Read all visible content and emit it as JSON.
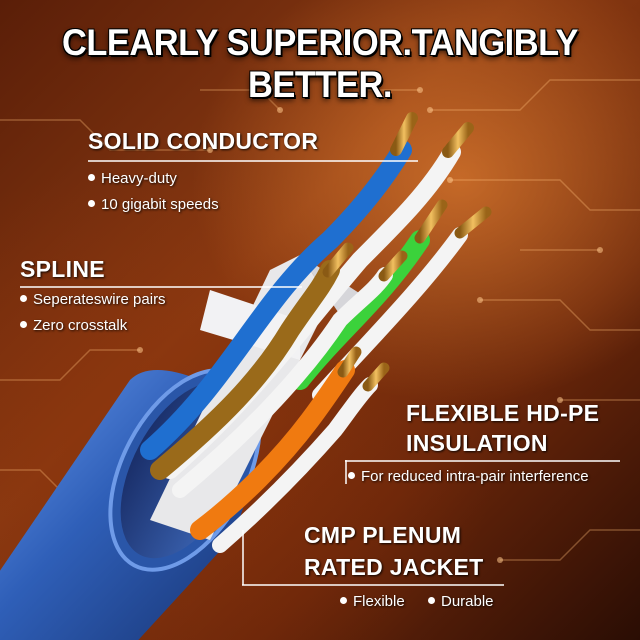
{
  "headline": "CLEARLY SUPERIOR.TANGIBLY BETTER.",
  "callouts": {
    "solid_conductor": {
      "title": "SOLID CONDUCTOR",
      "bullets": [
        "Heavy-duty",
        "10 gigabit speeds"
      ]
    },
    "spline": {
      "title": "SPLINE",
      "bullets": [
        "Seperateswire pairs",
        "Zero crosstalk"
      ]
    },
    "insulation": {
      "title_line1": "FLEXIBLE HD-PE",
      "title_line2": "INSULATION",
      "bullets": [
        "For reduced intra-pair interference"
      ]
    },
    "jacket": {
      "title_line1": "CMP PLENUM",
      "title_line2": "RATED JACKET",
      "bullets": [
        "Flexible",
        "Durable"
      ]
    }
  },
  "colors": {
    "background": "#8a3a12",
    "jacket": "#2f5fb8",
    "blue_pair": "#1f6fd0",
    "green_pair": "#3bd23b",
    "brown_pair": "#9a6a1a",
    "orange_pair": "#f07a10",
    "copper": "#d89a3a",
    "text": "#ffffff"
  }
}
